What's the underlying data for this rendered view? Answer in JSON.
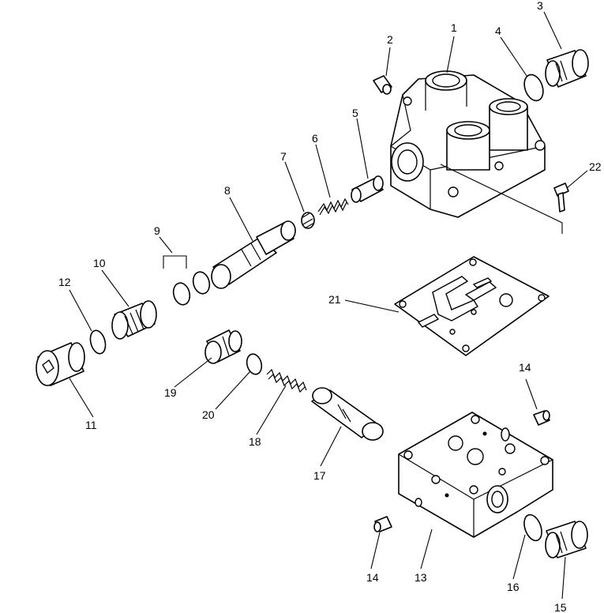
{
  "callouts": {
    "c1": "1",
    "c2": "2",
    "c3": "3",
    "c4": "4",
    "c5": "5",
    "c6": "6",
    "c7": "7",
    "c8": "8",
    "c9": "9",
    "c10": "10",
    "c11": "11",
    "c12": "12",
    "c13": "13",
    "c14a": "14",
    "c14b": "14",
    "c15": "15",
    "c16": "16",
    "c17": "17",
    "c18": "18",
    "c19": "19",
    "c20": "20",
    "c21": "21",
    "c22": "22"
  },
  "colors": {
    "ink": "#000000",
    "paper": "#ffffff"
  }
}
